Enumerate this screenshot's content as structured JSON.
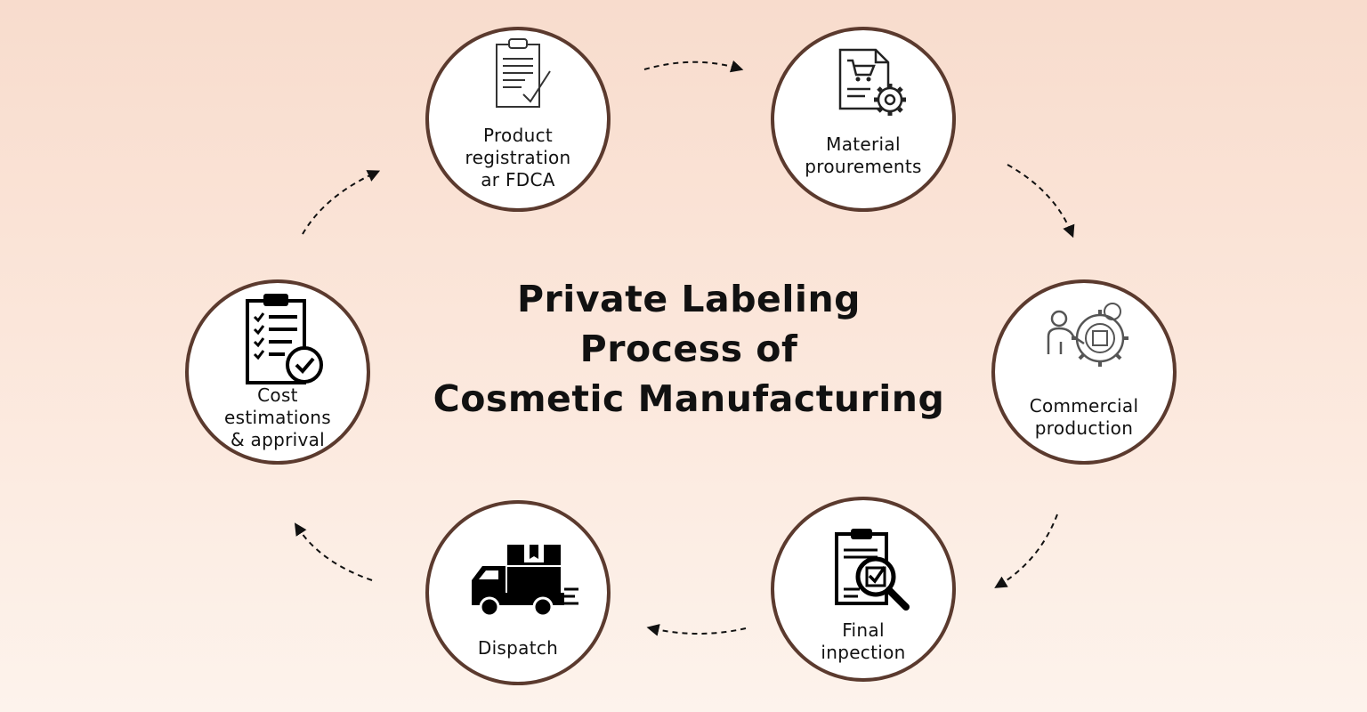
{
  "title": {
    "line1": "Private Labeling",
    "line2": "Process of",
    "line3": "Cosmetic Manufacturing"
  },
  "steps": [
    {
      "lines": [
        "Product",
        "registration",
        "ar FDCA"
      ],
      "icon": "clipboard-check-icon"
    },
    {
      "lines": [
        "Material",
        "prourements"
      ],
      "icon": "document-cart-gear-icon"
    },
    {
      "lines": [
        "Commercial",
        "production"
      ],
      "icon": "worker-gear-icon"
    },
    {
      "lines": [
        "Final",
        "inpection"
      ],
      "icon": "clipboard-magnifier-icon"
    },
    {
      "lines": [
        "Dispatch"
      ],
      "icon": "delivery-truck-icon"
    },
    {
      "lines": [
        "Cost",
        "estimations",
        "& apprival"
      ],
      "icon": "checklist-approved-icon"
    }
  ],
  "colors": {
    "ring": "#5b3a2e",
    "text": "#111111",
    "background_top": "#f8dccd",
    "background_bottom": "#fdf3ec"
  }
}
